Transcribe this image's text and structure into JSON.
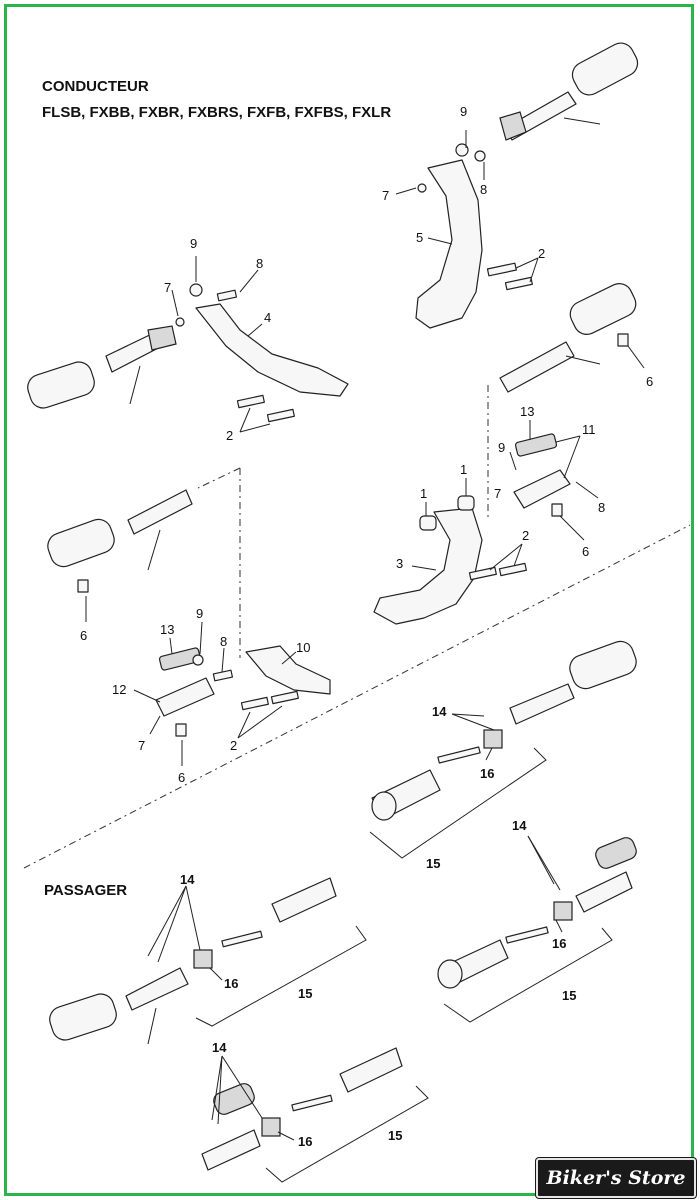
{
  "titles": {
    "driver": "CONDUCTEUR",
    "models": "FLSB, FXBB, FXBR, FXBRS, FXFB, FXFBS, FXLR",
    "passenger": "PASSAGER"
  },
  "logo": {
    "text": "Biker's Store"
  },
  "colors": {
    "frame": "#2bb44a",
    "line": "#222222",
    "logo_bg": "#1a1a1a"
  },
  "callouts": [
    {
      "id": "c1",
      "text": "9"
    },
    {
      "id": "c2",
      "text": "8"
    },
    {
      "id": "c3",
      "text": "7"
    },
    {
      "id": "c4",
      "text": "5"
    },
    {
      "id": "c5",
      "text": "2"
    },
    {
      "id": "c6",
      "text": "9"
    },
    {
      "id": "c7",
      "text": "8"
    },
    {
      "id": "c8",
      "text": "7"
    },
    {
      "id": "c9",
      "text": "4"
    },
    {
      "id": "c10",
      "text": "2"
    },
    {
      "id": "c11",
      "text": "6"
    },
    {
      "id": "c12",
      "text": "13"
    },
    {
      "id": "c13",
      "text": "11"
    },
    {
      "id": "c14",
      "text": "9"
    },
    {
      "id": "c15",
      "text": "1"
    },
    {
      "id": "c16",
      "text": "1"
    },
    {
      "id": "c17",
      "text": "7"
    },
    {
      "id": "c18",
      "text": "8"
    },
    {
      "id": "c19",
      "text": "6"
    },
    {
      "id": "c20",
      "text": "2"
    },
    {
      "id": "c21",
      "text": "3"
    },
    {
      "id": "c22",
      "text": "6"
    },
    {
      "id": "c23",
      "text": "13"
    },
    {
      "id": "c24",
      "text": "9"
    },
    {
      "id": "c25",
      "text": "8"
    },
    {
      "id": "c26",
      "text": "10"
    },
    {
      "id": "c27",
      "text": "12"
    },
    {
      "id": "c28",
      "text": "7"
    },
    {
      "id": "c29",
      "text": "2"
    },
    {
      "id": "c30",
      "text": "6"
    },
    {
      "id": "c31",
      "text": "14"
    },
    {
      "id": "c32",
      "text": "16"
    },
    {
      "id": "c33",
      "text": "15"
    },
    {
      "id": "c34",
      "text": "14"
    },
    {
      "id": "c35",
      "text": "16"
    },
    {
      "id": "c36",
      "text": "15"
    },
    {
      "id": "c37",
      "text": "14"
    },
    {
      "id": "c38",
      "text": "16"
    },
    {
      "id": "c39",
      "text": "15"
    },
    {
      "id": "c40",
      "text": "14"
    },
    {
      "id": "c41",
      "text": "16"
    },
    {
      "id": "c42",
      "text": "15"
    }
  ]
}
